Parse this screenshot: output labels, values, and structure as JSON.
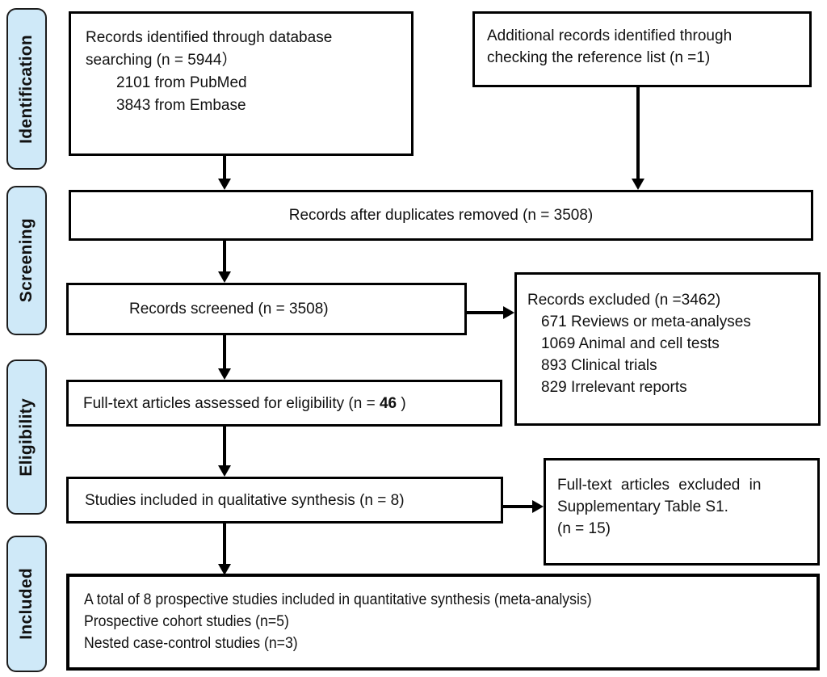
{
  "colors": {
    "stage_fill": "#cfe9f8",
    "stage_border": "#1c1c1c",
    "box_border": "#000000",
    "text": "#111111",
    "background": "#ffffff"
  },
  "stages": [
    {
      "label": "Identification"
    },
    {
      "label": "Screening"
    },
    {
      "label": "Eligibility"
    },
    {
      "label": "Included"
    }
  ],
  "boxes": {
    "identified": {
      "lines": [
        "Records identified through database",
        "searching (n = 5944）",
        "2101 from PubMed",
        "3843 from Embase"
      ]
    },
    "additional": {
      "lines": [
        "Additional records identified through",
        "checking the reference list (n =1)"
      ]
    },
    "duplicates": {
      "text": "Records after duplicates removed (n = 3508)"
    },
    "screened": {
      "text": "Records screened (n = 3508)"
    },
    "excluded": {
      "title": "Records excluded (n =3462)",
      "items": [
        "671 Reviews or meta-analyses",
        "1069 Animal and cell tests",
        "893 Clinical trials",
        "829 Irrelevant reports"
      ]
    },
    "fulltext": {
      "prefix": "Full-text articles assessed for eligibility (n = ",
      "n": "46",
      "suffix": " )"
    },
    "qualitative": {
      "text": "Studies included in qualitative synthesis (n = 8)"
    },
    "fulltext_excluded": {
      "lines": [
        "Full-text articles excluded in",
        "Supplementary Table S1.",
        "(n = 15)"
      ]
    },
    "quantitative": {
      "lines": [
        "A total of 8 prospective studies included in quantitative synthesis (meta-analysis)",
        "Prospective cohort studies (n=5)",
        "Nested case-control studies (n=3)"
      ]
    }
  }
}
